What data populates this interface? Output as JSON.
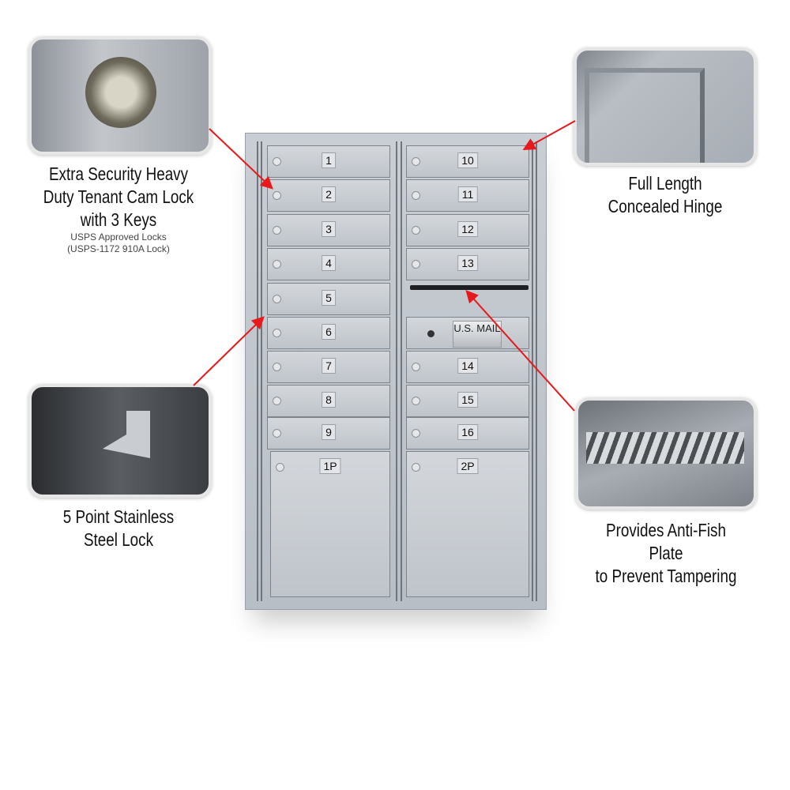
{
  "callouts": {
    "cam_lock": {
      "title_lines": [
        "Extra Security Heavy",
        "Duty Tenant Cam Lock",
        "with 3 Keys"
      ],
      "sub_lines": [
        "USPS Approved Locks",
        "(USPS-1172 910A Lock)"
      ]
    },
    "hinge": {
      "title_lines": [
        "Full Length",
        "Concealed Hinge"
      ]
    },
    "stainless_lock": {
      "title_lines": [
        "5 Point Stainless",
        "Steel Lock"
      ]
    },
    "anti_fish": {
      "title_lines": [
        "Provides Anti-Fish Plate",
        "to Prevent Tampering"
      ]
    }
  },
  "mailbox": {
    "left_doors": [
      "1",
      "2",
      "3",
      "4",
      "5",
      "6",
      "7",
      "8",
      "9"
    ],
    "right_top_doors": [
      "10",
      "11",
      "12",
      "13"
    ],
    "right_bottom_doors": [
      "14",
      "15",
      "16"
    ],
    "parcel_doors": [
      "1P",
      "2P"
    ],
    "mail_plate": "U.S. MAIL"
  },
  "colors": {
    "arrow": "#e8191c",
    "cabinet": "#c3c8ce"
  }
}
